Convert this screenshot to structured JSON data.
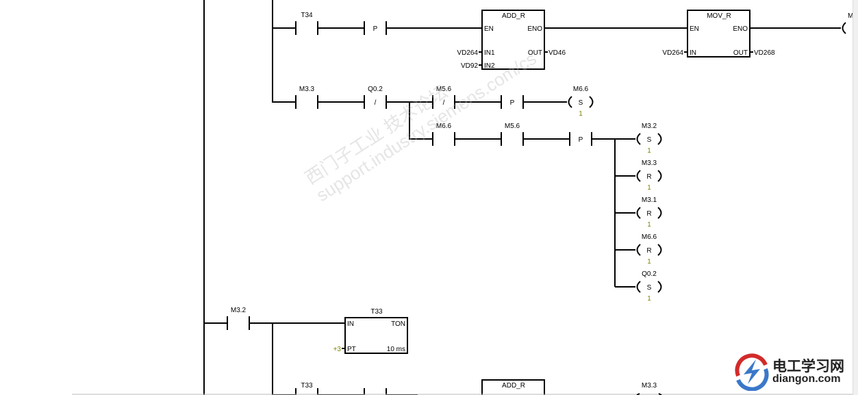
{
  "colors": {
    "wire": "#000000",
    "constant": "#808000",
    "logo_red": "#d22b2b",
    "logo_blue": "#3a78c9"
  },
  "watermark": {
    "line1": "西门子工业  技术论坛",
    "line2": "support.industry.siemens.com/cs"
  },
  "logo": {
    "cn": "电工学习网",
    "en": "diangon.com"
  },
  "network1": {
    "rung1": {
      "contact1": "T34",
      "edge1": "P",
      "add_box": {
        "title": "ADD_R",
        "en": "EN",
        "eno": "ENO",
        "in1": "IN1",
        "in2": "IN2",
        "out": "OUT",
        "in1_val": "VD264",
        "in2_val": "VD92",
        "out_val": "VD46"
      },
      "mov_box": {
        "title": "MOV_R",
        "en": "EN",
        "eno": "ENO",
        "in": "IN",
        "out": "OUT",
        "in_val": "VD264",
        "out_val": "VD268"
      },
      "coil_partial": "M"
    },
    "rung2": {
      "contact1": "M3.3",
      "contact2": "Q0.2",
      "contact2_mark": "/",
      "contact3": "M5.6",
      "contact3_mark": "/",
      "edge": "P",
      "coil": {
        "addr": "M6.6",
        "type": "S",
        "n": "1"
      }
    },
    "branch": {
      "contact1": "M6.6",
      "contact2": "M5.6",
      "edge": "P",
      "coils": [
        {
          "addr": "M3.2",
          "type": "S",
          "n": "1"
        },
        {
          "addr": "M3.3",
          "type": "R",
          "n": "1"
        },
        {
          "addr": "M3.1",
          "type": "R",
          "n": "1"
        },
        {
          "addr": "M6.6",
          "type": "R",
          "n": "1"
        },
        {
          "addr": "Q0.2",
          "type": "S",
          "n": "1"
        }
      ]
    }
  },
  "network2": {
    "contact1": "M3.2",
    "timer": {
      "name": "T33",
      "in": "IN",
      "type": "TON",
      "pt": "PT",
      "pt_val": "+3",
      "base": "10 ms"
    },
    "rung2": {
      "contact1": "T33",
      "box_title": "ADD_R",
      "coil": "M3.3"
    }
  }
}
